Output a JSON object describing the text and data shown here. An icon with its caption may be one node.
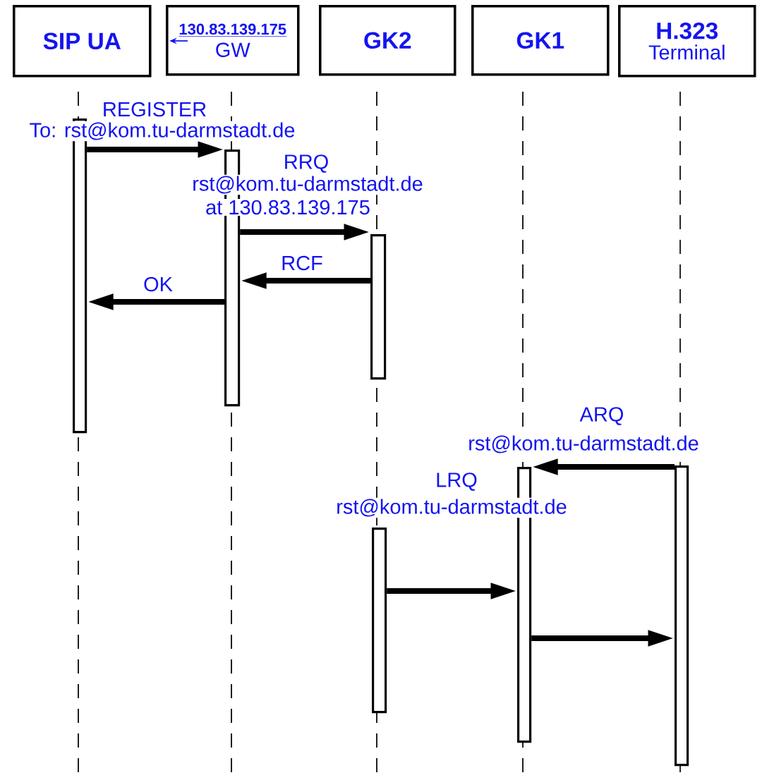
{
  "diagram": {
    "nodes": [
      {
        "text": [
          "SIP UA"
        ]
      },
      {
        "text": [
          "130.83.139.175",
          "GW"
        ]
      },
      {
        "text": [
          "GK2"
        ]
      },
      {
        "text": [
          "GK1"
        ]
      },
      {
        "text": [
          "H.323",
          "Terminal"
        ]
      },
      {
        "text": [],
        "shape": "bar"
      },
      {
        "text": [],
        "shape": "bar"
      },
      {
        "text": [],
        "shape": "bar"
      },
      {
        "text": [],
        "shape": "bar"
      },
      {
        "text": [],
        "shape": "bar"
      },
      {
        "text": [],
        "shape": "bar"
      }
    ],
    "edges": [
      {
        "from": 5,
        "to": 6,
        "arrow": "to",
        "label": "REGISTER"
      },
      {
        "from": 6,
        "to": 7,
        "arrow": "to",
        "label": "RRQ"
      },
      {
        "from": 7,
        "to": 6,
        "arrow": "to",
        "label": "RCF"
      },
      {
        "from": 6,
        "to": 5,
        "arrow": "to",
        "label": "OK"
      },
      {
        "from": 10,
        "to": 8,
        "arrow": "to",
        "label": "ARQ"
      },
      {
        "from": 9,
        "to": 8,
        "arrow": "to",
        "label": "LRQ"
      },
      {
        "from": 8,
        "to": 10,
        "arrow": "to"
      }
    ],
    "labels": [
      "To: rst@kom.tu-darmstadt.de",
      "rst@kom.tu-darmstadt.de",
      "at 130.83.139.175",
      "rst@kom.tu-darmstadt.de",
      "rst@kom.tu-darmstadt.de"
    ]
  }
}
